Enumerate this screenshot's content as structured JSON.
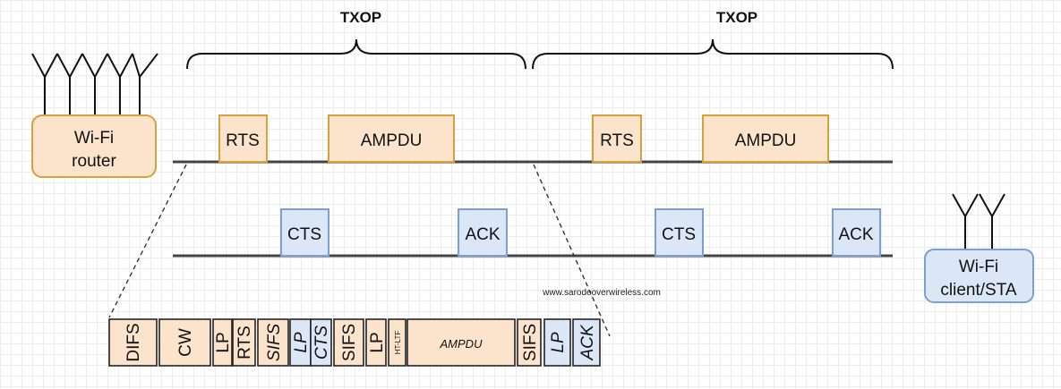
{
  "txop_labels": [
    "TXOP",
    "TXOP"
  ],
  "devices": {
    "router": {
      "label_line1": "Wi-Fi",
      "label_line2": "router"
    },
    "client": {
      "label_line1": "Wi-Fi",
      "label_line2": "client/STA"
    }
  },
  "top_frames": [
    "RTS",
    "AMPDU",
    "RTS",
    "AMPDU"
  ],
  "bottom_frames": [
    "CTS",
    "ACK",
    "CTS",
    "ACK"
  ],
  "watermark": "www.sarodeoverwireless.com",
  "detail_segments": [
    "DIFS",
    "CW",
    "LP",
    "RTS",
    "SIFS",
    "LP",
    "CTS",
    "SIFS",
    "LP",
    "HT-LTF",
    "AMPDU",
    "SIFS",
    "LP",
    "ACK"
  ],
  "colors": {
    "transmitter": "#fbe3cc",
    "receiver": "#dbe6f7"
  }
}
